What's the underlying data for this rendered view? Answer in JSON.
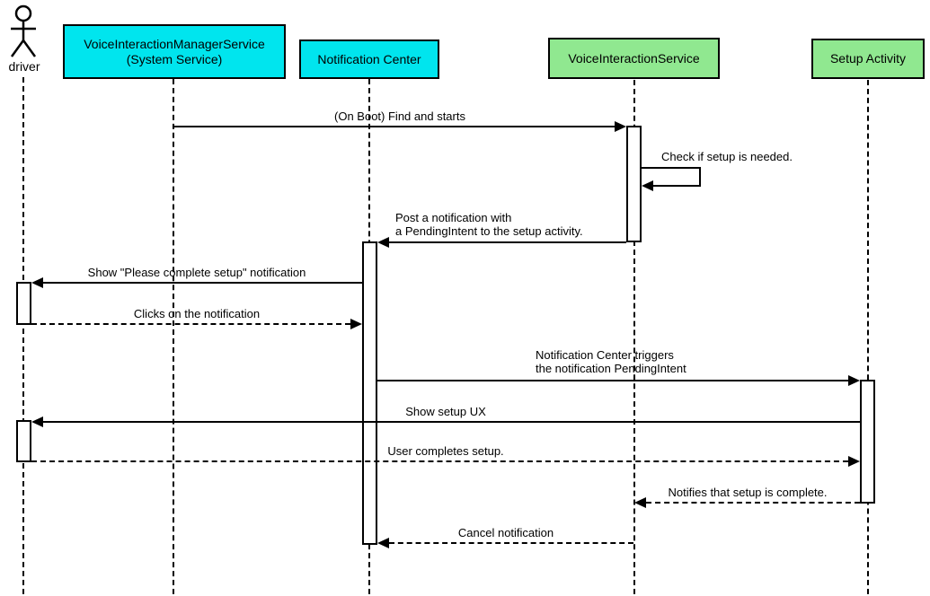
{
  "diagram": {
    "type": "uml-sequence-diagram",
    "colors": {
      "system_service_box": "#00E5EE",
      "app_component_box": "#90E890",
      "line": "#000000",
      "activation_fill": "#FFFFFF",
      "background": "#FFFFFF"
    },
    "participants": [
      {
        "id": "driver",
        "kind": "actor",
        "label": "driver"
      },
      {
        "id": "vims",
        "kind": "system",
        "label": "VoiceInteractionManagerService\n(System Service)"
      },
      {
        "id": "nc",
        "kind": "system",
        "label": "Notification Center"
      },
      {
        "id": "vis",
        "kind": "app",
        "label": "VoiceInteractionService"
      },
      {
        "id": "sa",
        "kind": "app",
        "label": "Setup Activity"
      }
    ],
    "messages": [
      {
        "from": "vims",
        "to": "vis",
        "style": "solid",
        "label": "(On Boot) Find and starts"
      },
      {
        "from": "vis",
        "to": "vis",
        "style": "solid",
        "self": true,
        "label": "Check if setup is needed."
      },
      {
        "from": "vis",
        "to": "nc",
        "style": "solid",
        "label": "Post a notification with\na PendingIntent to the setup activity."
      },
      {
        "from": "nc",
        "to": "driver",
        "style": "solid",
        "label": "Show \"Please complete setup\" notification"
      },
      {
        "from": "driver",
        "to": "nc",
        "style": "dashed",
        "label": "Clicks on the notification"
      },
      {
        "from": "nc",
        "to": "sa",
        "style": "solid",
        "label": "Notification Center triggers\nthe notification PendingIntent"
      },
      {
        "from": "sa",
        "to": "driver",
        "style": "solid",
        "label": "Show setup UX"
      },
      {
        "from": "driver",
        "to": "sa",
        "style": "dashed",
        "label": "User completes setup."
      },
      {
        "from": "sa",
        "to": "vis",
        "style": "dashed",
        "label": "Notifies that setup is complete."
      },
      {
        "from": "vis",
        "to": "nc",
        "style": "dashed",
        "label": "Cancel notification"
      }
    ]
  }
}
